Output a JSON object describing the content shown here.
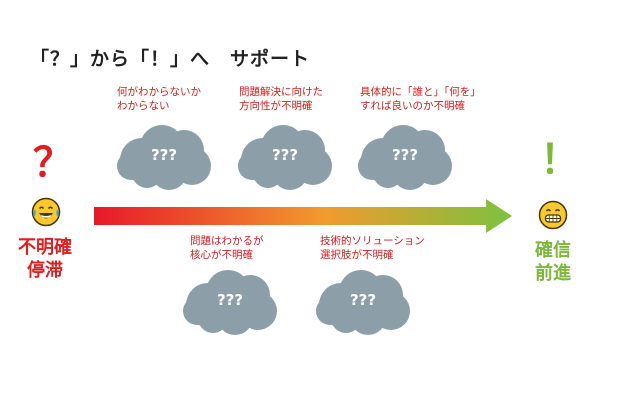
{
  "title": "「？」から「！」へ　サポート",
  "colors": {
    "left": "#e01e1e",
    "right": "#7cb83a",
    "cloud": "#8c9fa8",
    "caption": "#d21e1e"
  },
  "left_side": {
    "mark": "？",
    "emoji": "face-with-tears-of-joy-icon",
    "status_line1": "不明確",
    "status_line2": "停滞"
  },
  "right_side": {
    "mark": "！",
    "emoji": "grinning-face-icon",
    "status_line1": "確信",
    "status_line2": "前進"
  },
  "clouds": [
    {
      "line1": "何がわからないか",
      "line2": "わからない",
      "text": "???"
    },
    {
      "line1": "問題解決に向けた",
      "line2": "方向性が不明確",
      "text": "???"
    },
    {
      "line1": "具体的に「誰と」「何を」",
      "line2": "すれば良いのか不明確",
      "text": "???"
    },
    {
      "line1": "問題はわかるが",
      "line2": "核心が不明確",
      "text": "???"
    },
    {
      "line1": "技術的ソリューション",
      "line2": "選択肢が不明確",
      "text": "???"
    }
  ]
}
